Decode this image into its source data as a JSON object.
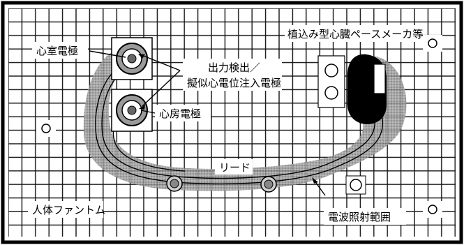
{
  "labels": {
    "ventricular_electrode": "心室電極",
    "output_detect_line1": "出力検出／",
    "output_detect_line2": "擬似心電位注入電極",
    "atrial_electrode": "心房電極",
    "pacemaker": "植込み型心臓ペースメーカ等",
    "lead": "リード",
    "phantom": "人体ファントム",
    "radiation_range": "電波照射範囲"
  },
  "colors": {
    "frame": "#000000",
    "grid": "#111111",
    "shade": "#8c8c8c",
    "background": "#ffffff"
  }
}
